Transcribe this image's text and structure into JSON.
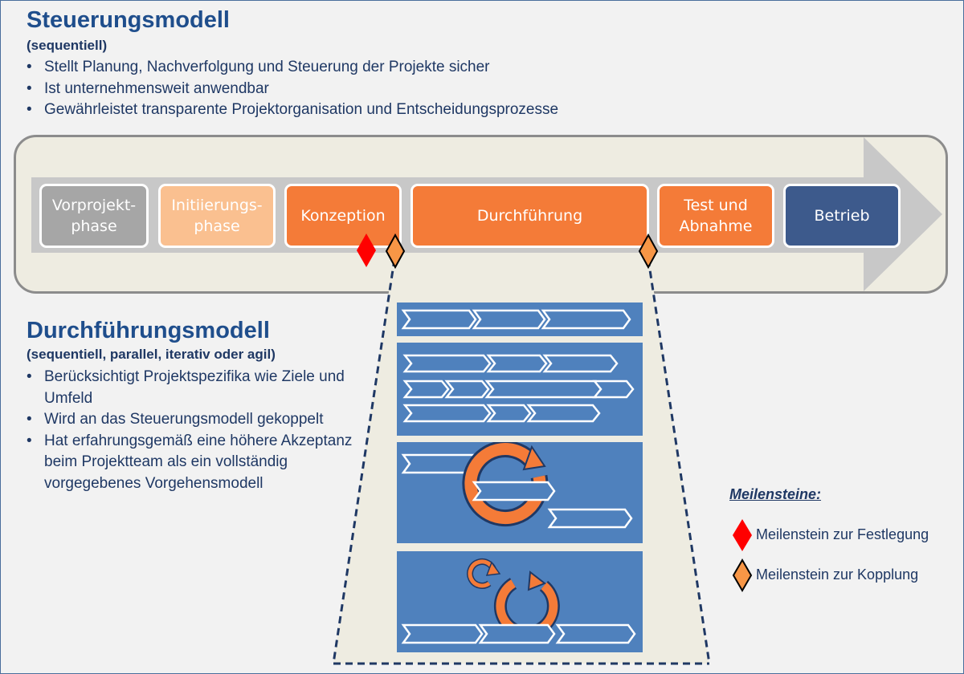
{
  "steuerung": {
    "title": "Steuerungsmodell",
    "subtitle": "(sequentiell)",
    "bullets": [
      "Stellt Planung, Nachverfolgung und Steuerung der Projekte sicher",
      "Ist unternehmensweit anwendbar",
      "Gewährleistet transparente Projektorganisation und Entscheidungsprozesse"
    ]
  },
  "phases": [
    {
      "label": "Vorprojekt-\nphase",
      "color": "#a6a6a6"
    },
    {
      "label": "Initiierungs-\nphase",
      "color": "#fac090"
    },
    {
      "label": "Konzeption",
      "color": "#f47b38"
    },
    {
      "label": "Durchführung",
      "color": "#f47b38"
    },
    {
      "label": "Test und\nAbnahme",
      "color": "#f47b38"
    },
    {
      "label": "Betrieb",
      "color": "#3d5a8c"
    }
  ],
  "durchfuehrung": {
    "title": "Durchführungsmodell",
    "subtitle": "(sequentiell, parallel, iterativ oder agil)",
    "bullets": [
      "Berücksichtigt Projektspezifika wie Ziele und Umfeld",
      "Wird an das Steuerungsmodell gekoppelt",
      "Hat erfahrungsgemäß eine höhere Akzeptanz beim Projektteam als ein vollständig vorgegebenes Vorgehensmodell"
    ]
  },
  "legend": {
    "title": "Meilensteine:",
    "items": [
      {
        "label": "Meilenstein zur Festlegung",
        "icon": "red-diamond-icon",
        "color": "#ff0000"
      },
      {
        "label": "Meilenstein zur Kopplung",
        "icon": "orange-diamond-icon",
        "color": "#f79646"
      }
    ]
  },
  "colors": {
    "title_blue": "#1f4e8c",
    "text_navy": "#1f3864",
    "panel_blue": "#4f81bd",
    "cycle_orange": "#f47b38",
    "frame_beige": "#eeece1",
    "arrow_gray": "#c8c8c8"
  }
}
